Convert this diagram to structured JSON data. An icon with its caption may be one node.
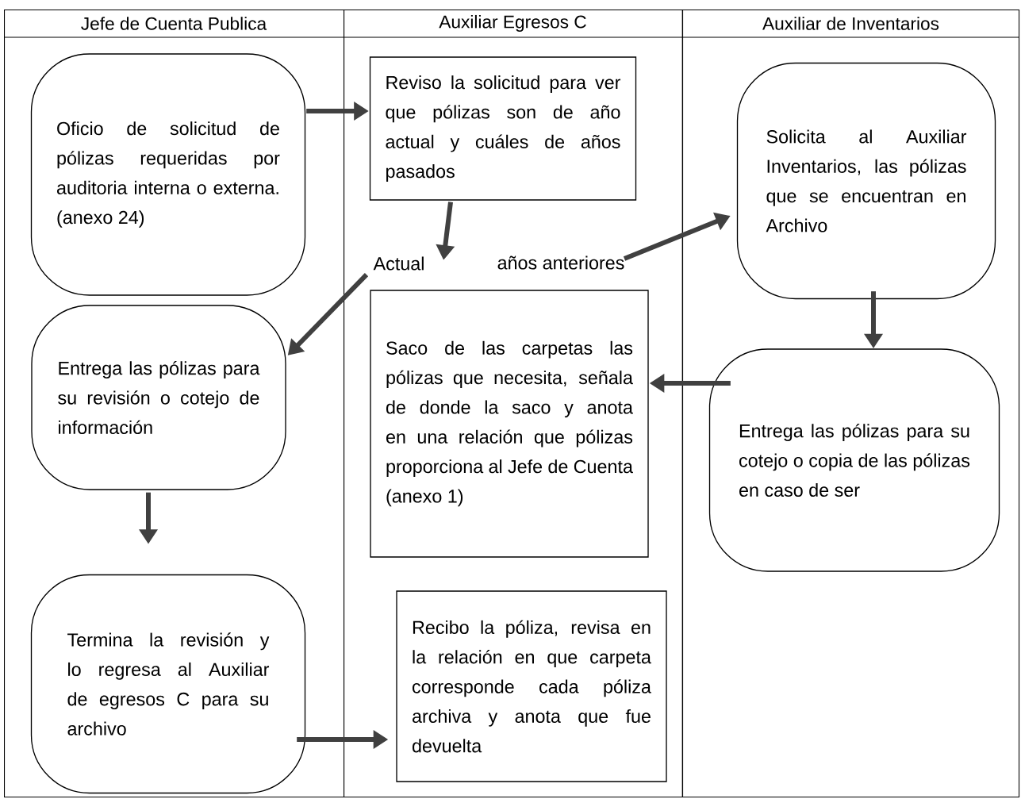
{
  "diagram": {
    "nodes": [
      {
        "text": [
          "Jefe de Cuenta Publica"
        ]
      },
      {
        "text": [
          "Auxiliar Egresos C"
        ]
      },
      {
        "text": [
          "Auxiliar de Inventarios"
        ]
      },
      {
        "text": [
          "Oficio de solicitud de pólizas requeridas por auditoria interna o externa. (anexo 24)"
        ],
        "in": 0
      },
      {
        "text": [
          "Reviso la solicitud para ver que pólizas son de año actual y cuáles de años pasados"
        ],
        "in": 1
      },
      {
        "text": [
          "Solicita al Auxiliar Inventarios, las pólizas que se encuentran en Archivo"
        ],
        "in": 2
      },
      {
        "text": [
          "Actual"
        ],
        "in": 1
      },
      {
        "text": [
          "años anteriores"
        ],
        "in": 1
      },
      {
        "text": [
          "Entrega las pólizas para su revisión o cotejo de información"
        ],
        "in": 0
      },
      {
        "text": [
          "Saco de las carpetas las pólizas que necesita, señala de donde la saco y anota en una relación que pólizas proporciona al Jefe de Cuenta (anexo 1)"
        ],
        "in": 1
      },
      {
        "text": [
          "Entrega las pólizas para su cotejo o copia de las pólizas en caso de ser"
        ],
        "in": 2
      },
      {
        "text": [
          "Termina la revisión y lo regresa al Auxiliar de egresos C para su archivo"
        ],
        "in": 0
      },
      {
        "text": [
          "Recibo la póliza, revisa en la relación en que carpeta corresponde cada póliza archiva y anota que fue devuelta"
        ],
        "in": 1
      }
    ],
    "edges": [
      {
        "from": 3,
        "to": 4,
        "arrow": "to"
      },
      {
        "from": 4,
        "to": 6,
        "arrow": "to"
      },
      {
        "from": 7,
        "to": 5,
        "arrow": "to"
      },
      {
        "from": 6,
        "to": 8,
        "arrow": "to"
      },
      {
        "from": 5,
        "to": 10,
        "arrow": "to"
      },
      {
        "from": 10,
        "to": 9,
        "arrow": "to"
      },
      {
        "from": 8,
        "to": 11,
        "arrow": "to"
      },
      {
        "from": 11,
        "to": 12,
        "arrow": "to"
      }
    ]
  }
}
